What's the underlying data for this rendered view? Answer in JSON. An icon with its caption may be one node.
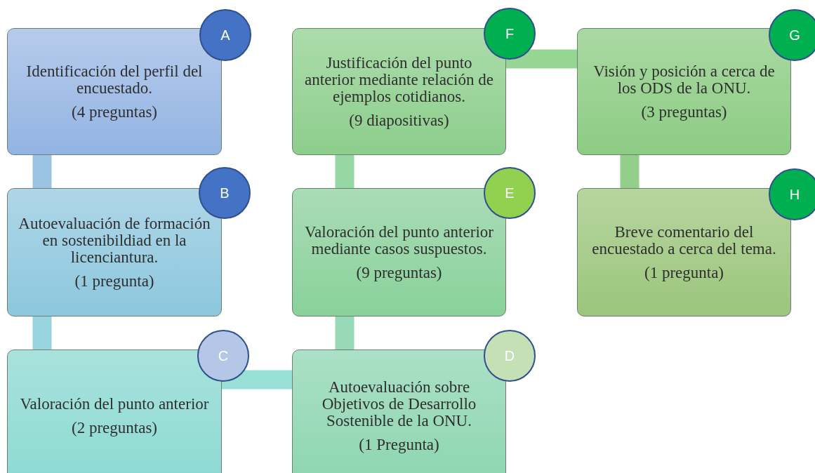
{
  "diagram": {
    "nodes": [
      {
        "text": [
          "Identificación del perfil del encuestado.",
          "(4 preguntas)"
        ]
      },
      {
        "text": [
          "A"
        ]
      },
      {
        "text": [
          "Autoevaluación de formación en sostenibildiad en la licenciantura.",
          "(1 pregunta)"
        ]
      },
      {
        "text": [
          "B"
        ]
      },
      {
        "text": [
          "Valoración del punto anterior",
          "(2 preguntas)"
        ]
      },
      {
        "text": [
          "C"
        ]
      },
      {
        "text": [
          "Autoevaluación sobre Objetivos de Desarrollo Sostenible de la ONU.",
          "(1 Pregunta)"
        ]
      },
      {
        "text": [
          "D"
        ]
      },
      {
        "text": [
          "Valoración del punto anterior mediante casos suspuestos.",
          "(9 preguntas)"
        ]
      },
      {
        "text": [
          "E"
        ]
      },
      {
        "text": [
          "Justificación del punto anterior mediante relación de ejemplos cotidianos.",
          "(9 diapositivas)"
        ]
      },
      {
        "text": [
          "F"
        ]
      },
      {
        "text": [
          "Visión y posición a cerca de los ODS de la ONU.",
          "(3 preguntas)"
        ]
      },
      {
        "text": [
          "G"
        ]
      },
      {
        "text": [
          "Breve comentario del encuestado a cerca del tema.",
          "(1 pregunta)"
        ]
      },
      {
        "text": [
          "H"
        ]
      }
    ],
    "edges": [
      {
        "from": 0,
        "to": 2,
        "arrow": "none"
      },
      {
        "from": 2,
        "to": 4,
        "arrow": "none"
      },
      {
        "from": 4,
        "to": 6,
        "arrow": "none"
      },
      {
        "from": 6,
        "to": 8,
        "arrow": "none"
      },
      {
        "from": 8,
        "to": 10,
        "arrow": "none"
      },
      {
        "from": 10,
        "to": 12,
        "arrow": "none"
      },
      {
        "from": 12,
        "to": 14,
        "arrow": "none"
      }
    ]
  }
}
